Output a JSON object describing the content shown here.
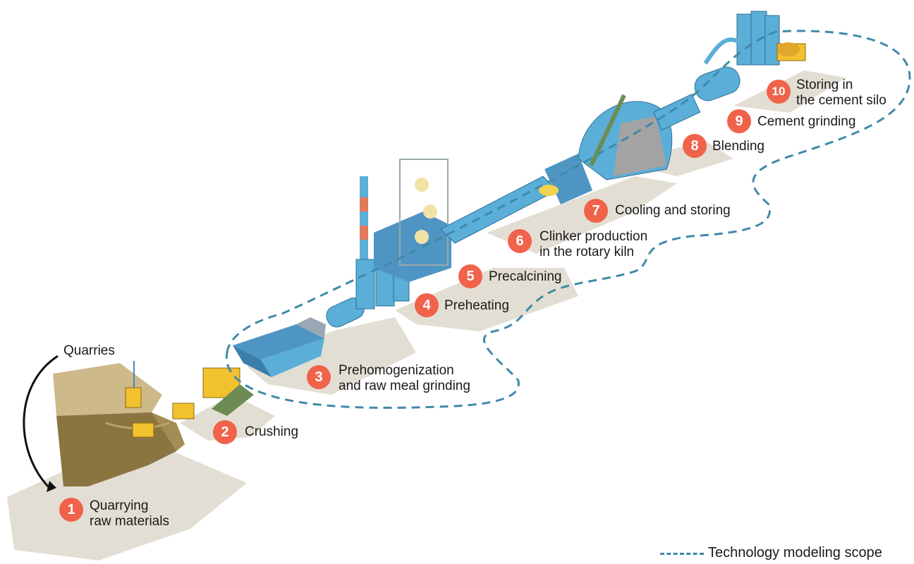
{
  "quarries_label": "Quarries",
  "steps": [
    {
      "number": "1",
      "line1": "Quarrying",
      "line2": "raw materials"
    },
    {
      "number": "2",
      "line1": "Crushing",
      "line2": ""
    },
    {
      "number": "3",
      "line1": "Prehomogenization",
      "line2": "and raw meal grinding"
    },
    {
      "number": "4",
      "line1": "Preheating",
      "line2": ""
    },
    {
      "number": "5",
      "line1": "Precalcining",
      "line2": ""
    },
    {
      "number": "6",
      "line1": "Clinker production",
      "line2": "in the rotary kiln"
    },
    {
      "number": "7",
      "line1": "Cooling and storing",
      "line2": ""
    },
    {
      "number": "8",
      "line1": "Blending",
      "line2": ""
    },
    {
      "number": "9",
      "line1": "Cement grinding",
      "line2": ""
    },
    {
      "number": "10",
      "line1": "Storing in",
      "line2": "the cement silo"
    }
  ],
  "legend": {
    "label": "Technology modeling scope"
  },
  "colors": {
    "badge": "#f0624a",
    "equipment": "#5aaed8",
    "shadow_ground": "#e2ddd2",
    "quarry_rock": "#9a8650",
    "vehicle": "#f2c12e",
    "scope_line": "#3f8aa8"
  }
}
